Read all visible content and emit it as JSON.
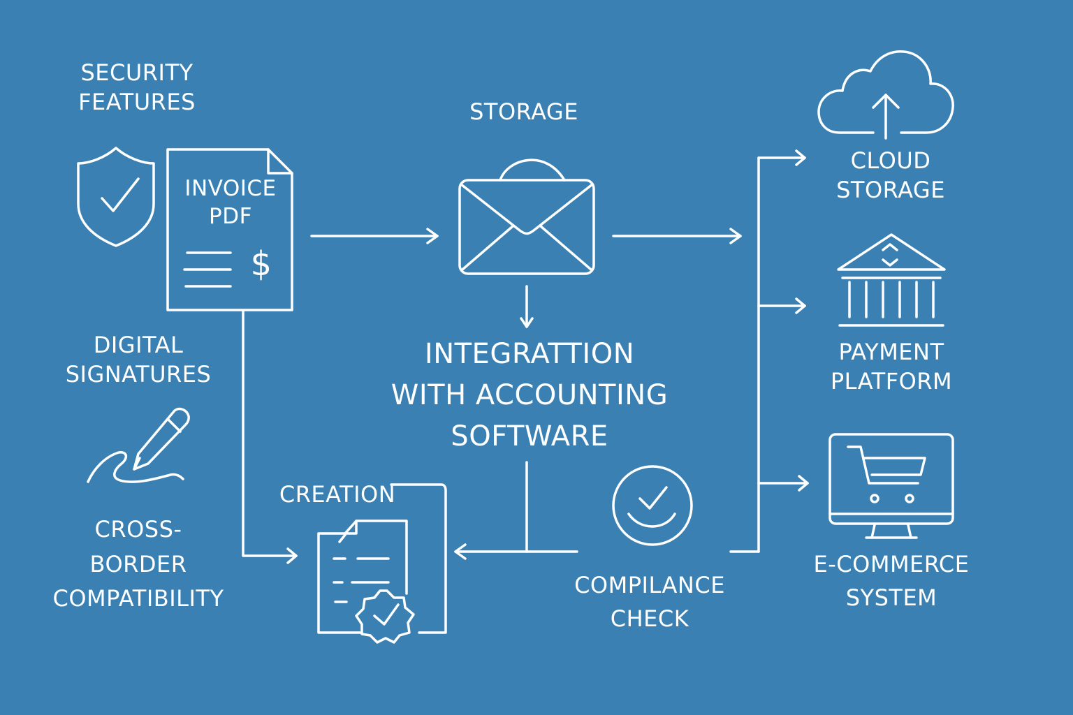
{
  "diagram": {
    "colors": {
      "background": "#3a80b2",
      "stroke": "#ffffff"
    },
    "labels": {
      "security_features": [
        "SECURITY",
        "FEATURES"
      ],
      "invoice_pdf": [
        "INVOICE",
        "PDF"
      ],
      "dollar": "$",
      "storage": "STORAGE",
      "cloud_storage": [
        "CLOUD",
        "STORAGE"
      ],
      "digital_signatures": [
        "DIGITAL",
        "SIGNATURES"
      ],
      "integration": [
        "INTEGRATTION",
        "WITH ACCOUNTING",
        "SOFTWARE"
      ],
      "payment_platform": [
        "PAYMENT",
        "PLATFORM"
      ],
      "creation": "CREATION",
      "cross_border": [
        "CROSS-",
        "BORDER",
        "COMPATIBILITY"
      ],
      "compliance_check": [
        "COMPILANCE",
        "CHECK"
      ],
      "ecommerce_system": [
        "E-COMMERCE",
        "SYSTEM"
      ]
    },
    "icons": [
      "shield-check-icon",
      "invoice-document-icon",
      "envelope-icon",
      "cloud-upload-icon",
      "bank-icon",
      "pen-signature-icon",
      "certificate-document-icon",
      "check-circle-icon",
      "shopping-cart-monitor-icon"
    ]
  }
}
